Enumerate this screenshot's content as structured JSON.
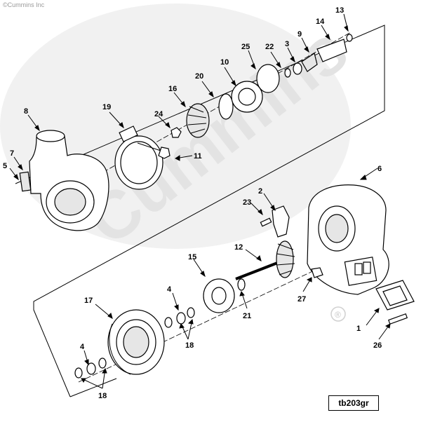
{
  "header": {
    "copyright": "©Cummins Inc"
  },
  "watermark": {
    "brand": "Cummins",
    "registered": "®"
  },
  "reference_code": "tb203gr",
  "callouts": {
    "c1": "1",
    "c2": "2",
    "c3": "3",
    "c4a": "4",
    "c4b": "4",
    "c5": "5",
    "c6": "6",
    "c7": "7",
    "c8": "8",
    "c9": "9",
    "c10": "10",
    "c11": "11",
    "c12": "12",
    "c13": "13",
    "c14": "14",
    "c15": "15",
    "c16": "16",
    "c17": "17",
    "c18a": "18",
    "c18b": "18",
    "c19": "19",
    "c20": "20",
    "c21": "21",
    "c22": "22",
    "c23": "23",
    "c24": "24",
    "c25": "25",
    "c26": "26",
    "c27": "27"
  },
  "colors": {
    "line": "#000000",
    "watermark": "#ececec",
    "text": "#000000"
  }
}
